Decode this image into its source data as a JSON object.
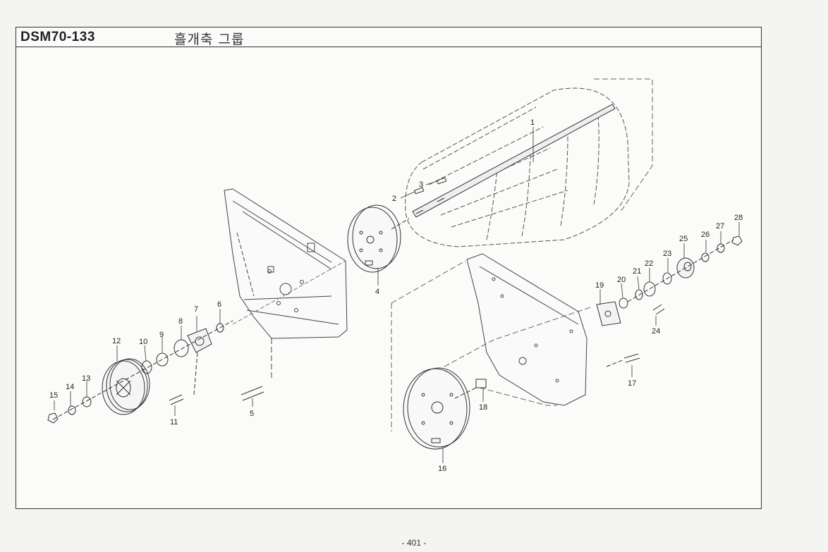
{
  "header": {
    "model_code": "DSM70-133",
    "group_name": "흘개축  그룹"
  },
  "footer": {
    "page_number": "- 401 -"
  },
  "callouts": [
    "1",
    "2",
    "3",
    "4",
    "5",
    "6",
    "7",
    "8",
    "9",
    "10",
    "11",
    "12",
    "13",
    "14",
    "15",
    "16",
    "17",
    "18",
    "19",
    "20",
    "21",
    "22",
    "23",
    "24",
    "25",
    "26",
    "27",
    "28"
  ]
}
